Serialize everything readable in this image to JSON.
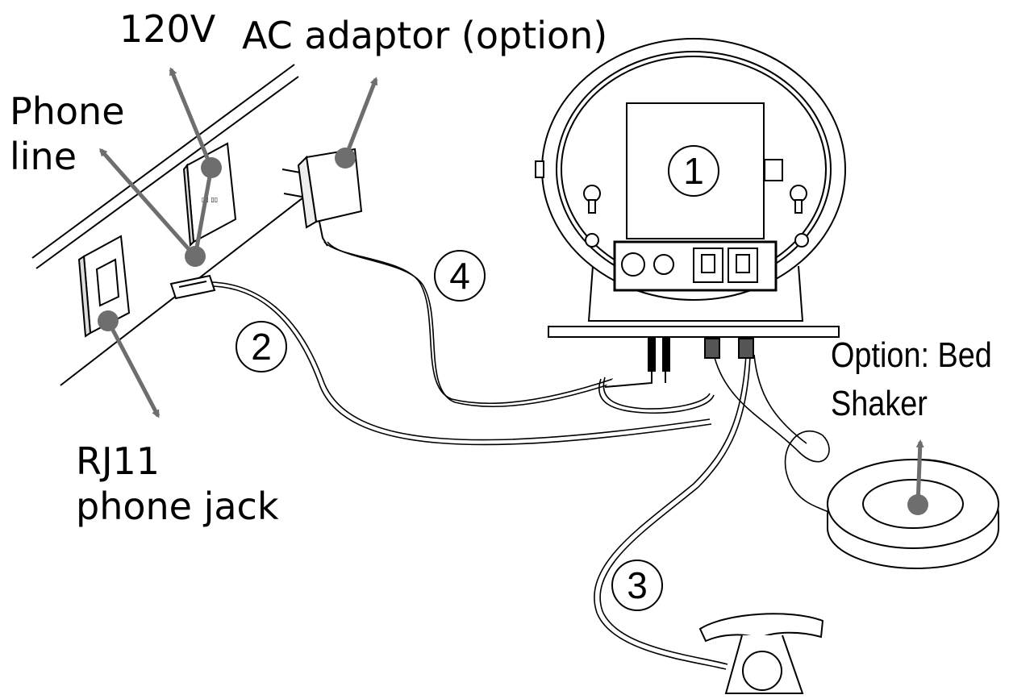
{
  "labels": {
    "voltage": "120V",
    "ac_adaptor": "AC adaptor (option)",
    "phone_line_1": "Phone",
    "phone_line_2": "line",
    "rj11_1": "RJ11",
    "rj11_2": "phone jack",
    "bed_shaker_1": "Option: Bed",
    "bed_shaker_2": "Shaker"
  },
  "callouts": {
    "device": "1",
    "phone_cord": "2",
    "telephone_cord": "3",
    "power_cord": "4"
  },
  "colors": {
    "line": "#000000",
    "pointer": "#6e6e6e",
    "background": "#ffffff"
  }
}
